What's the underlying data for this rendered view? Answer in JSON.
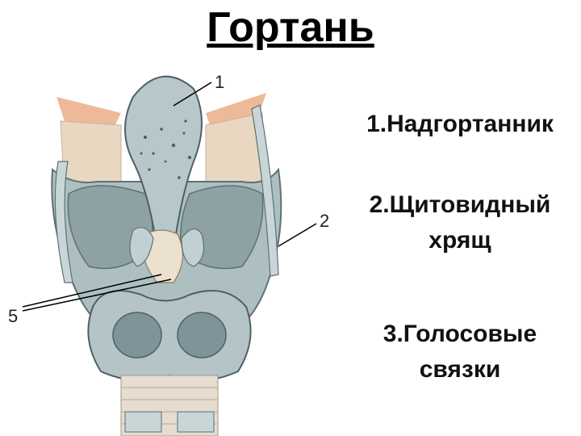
{
  "title": "Гортань",
  "callouts": {
    "c1": "1",
    "c2": "2",
    "c5": "5"
  },
  "legend": {
    "item1": "1.Надгортанник",
    "item2_line1": "2.Щитовидный",
    "item2_line2": "хрящ",
    "item3_line1": "3.Голосовые",
    "item3_line2": "связки"
  },
  "colors": {
    "cartilage": "#9fb2b6",
    "cartilage_light": "#c9d6d8",
    "cartilage_dark": "#5d7175",
    "ligament": "#e3cbb3",
    "muscle": "#e8a77e"
  }
}
